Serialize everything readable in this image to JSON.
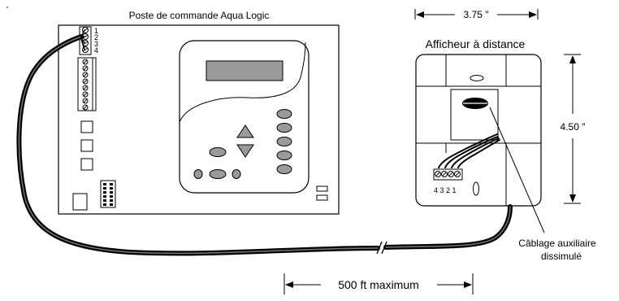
{
  "control_unit": {
    "title": "Poste de commande Aqua Logic",
    "terminal_numbers": [
      "1",
      "2",
      "3",
      "4"
    ]
  },
  "remote_display": {
    "title": "Afficheur à distance",
    "width_dim": "3.75 ″",
    "height_dim": "4.50 ″",
    "terminal_numbers": "4 3 2 1"
  },
  "hidden_wiring": {
    "line1": "Câblage auxiliaire",
    "line2": "dissimulé"
  },
  "cable": {
    "max_length": "500 ft maximum"
  }
}
